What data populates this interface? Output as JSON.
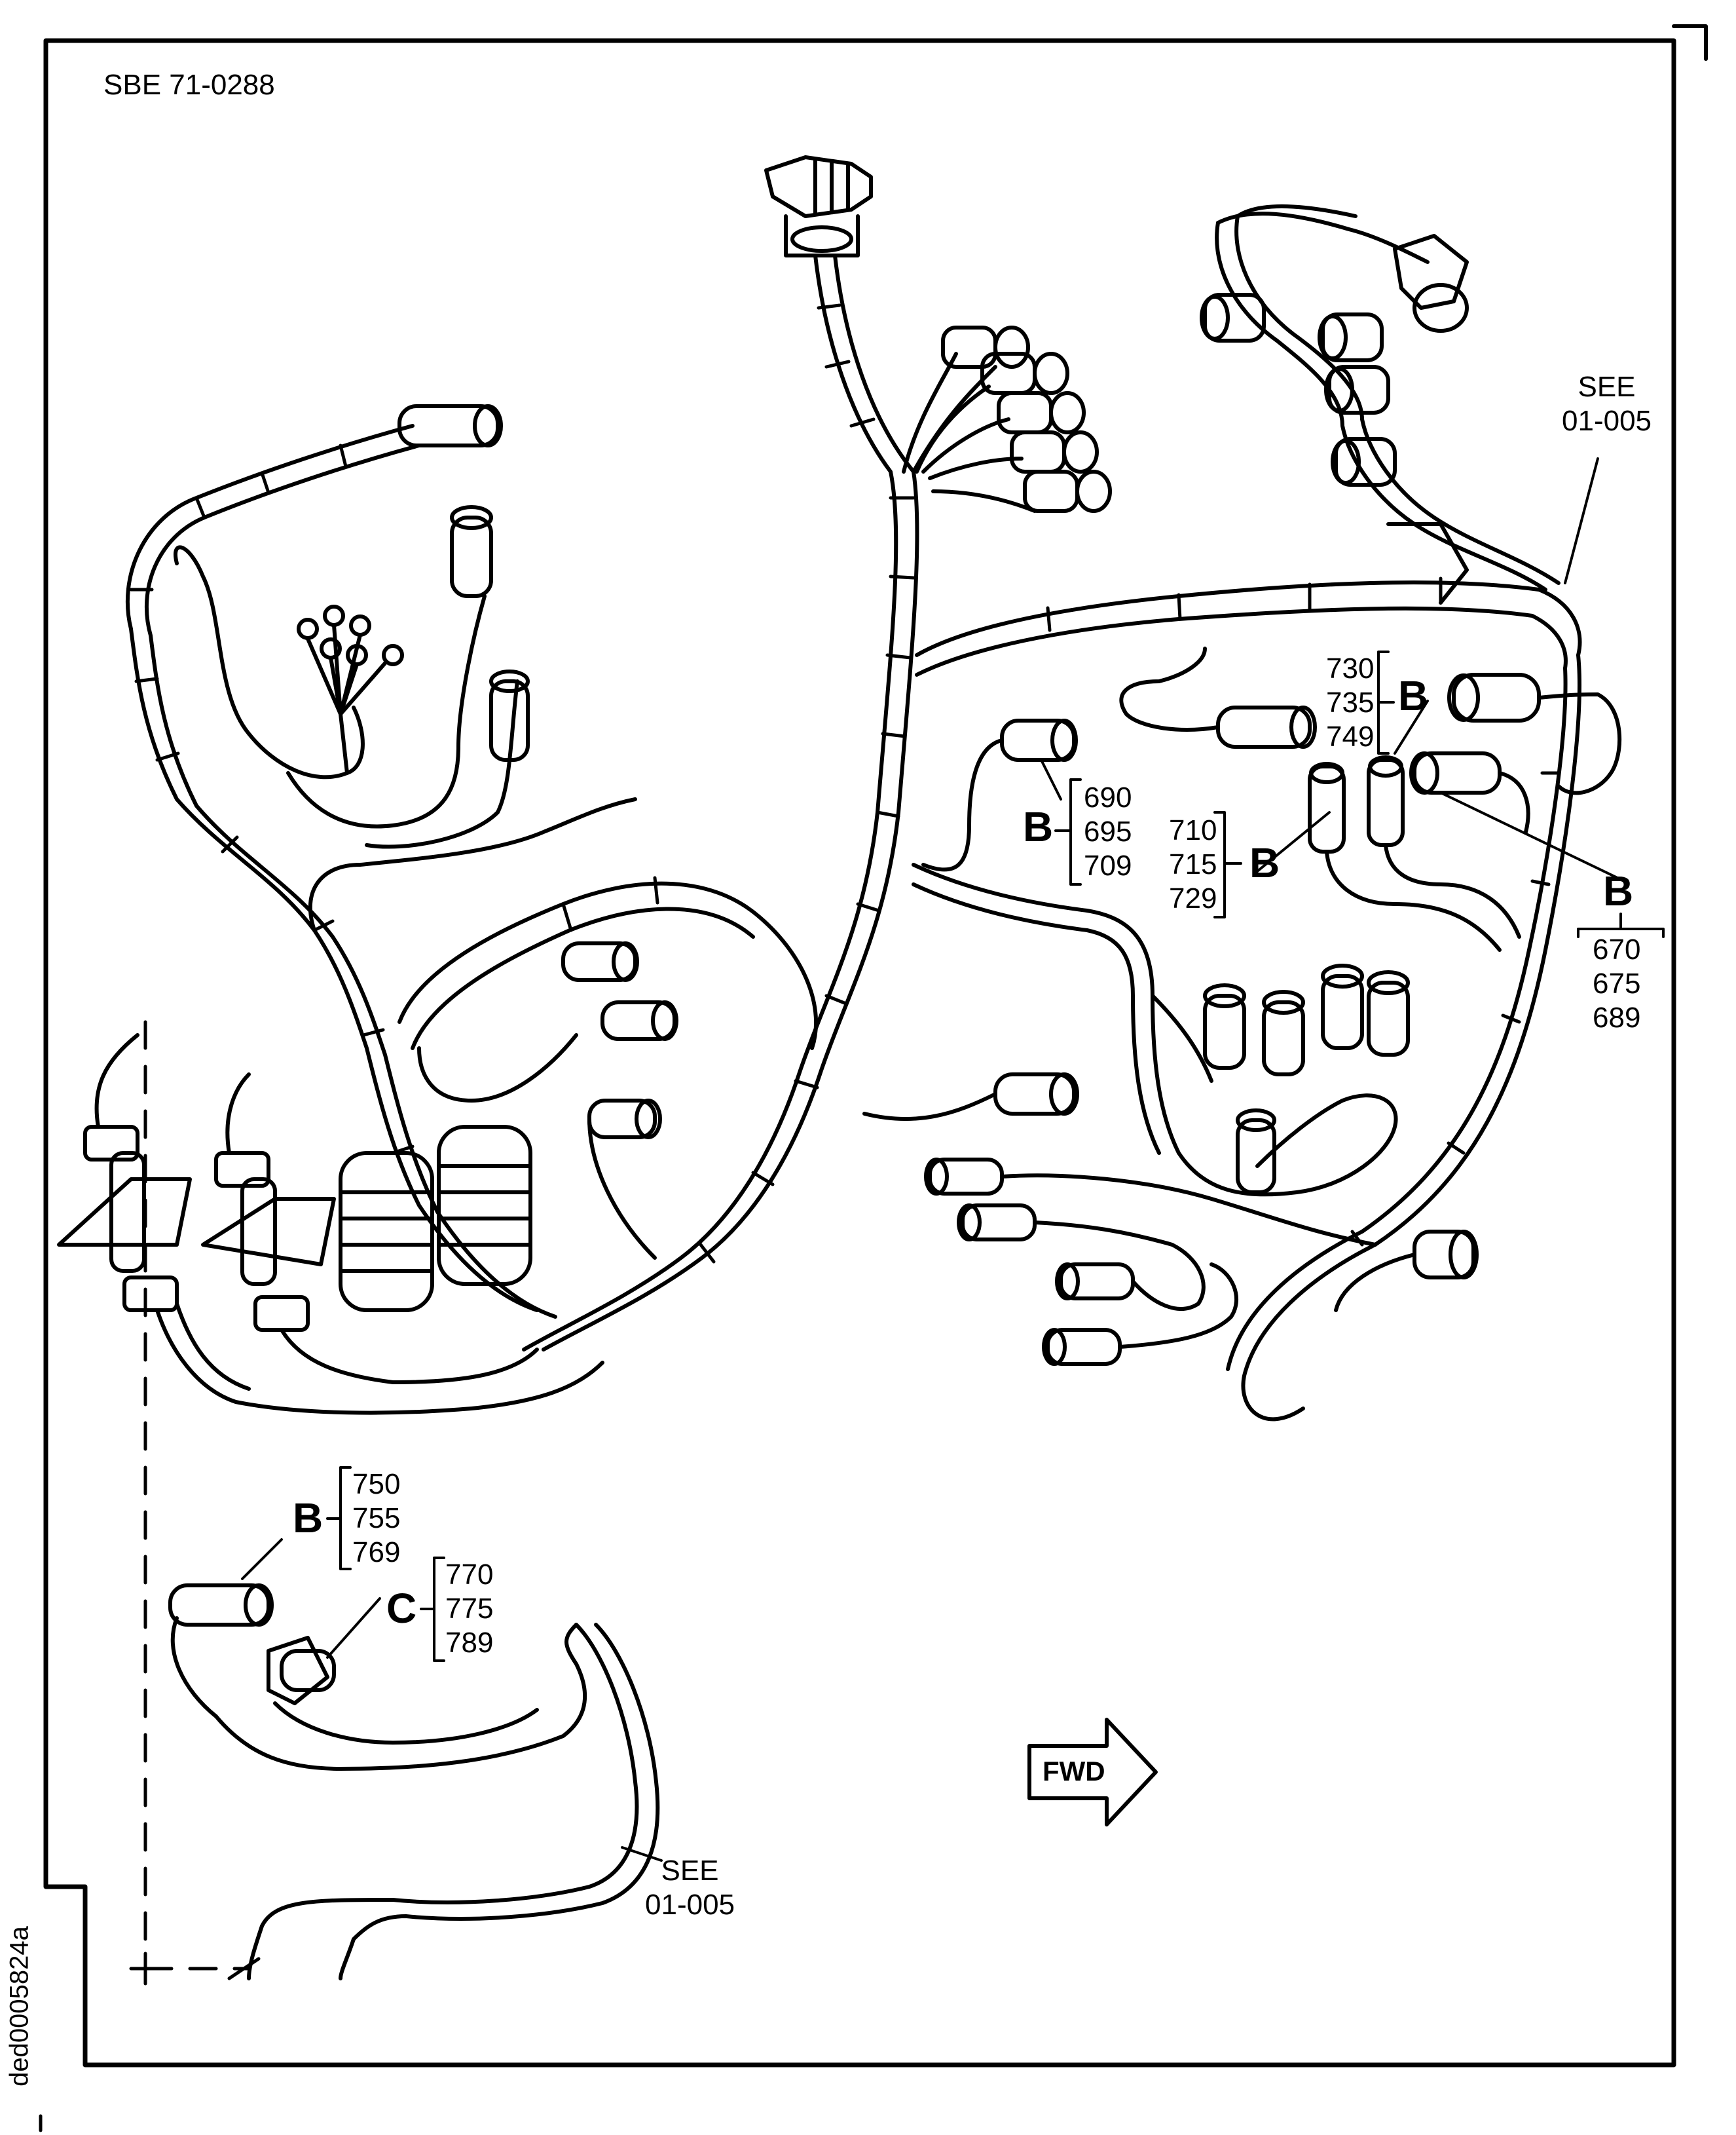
{
  "sheet_title": "SBE 71-0288",
  "figure_id": "ded0005824a",
  "direction_arrow": "FWD",
  "see_references": [
    {
      "line1": "SEE",
      "line2": "01-005"
    },
    {
      "line1": "SEE",
      "line2": "01-005"
    }
  ],
  "callouts": [
    {
      "key": "B",
      "items": [
        "730",
        "735",
        "749"
      ]
    },
    {
      "key": "B",
      "items": [
        "690",
        "695",
        "709"
      ]
    },
    {
      "key": "B",
      "items": [
        "710",
        "715",
        "729"
      ]
    },
    {
      "key": "B",
      "items": [
        "670",
        "675",
        "689"
      ]
    },
    {
      "key": "B",
      "items": [
        "750",
        "755",
        "769"
      ]
    },
    {
      "key": "C",
      "items": [
        "770",
        "775",
        "789"
      ]
    }
  ],
  "colors": {
    "line": "#000000",
    "background": "#ffffff"
  }
}
